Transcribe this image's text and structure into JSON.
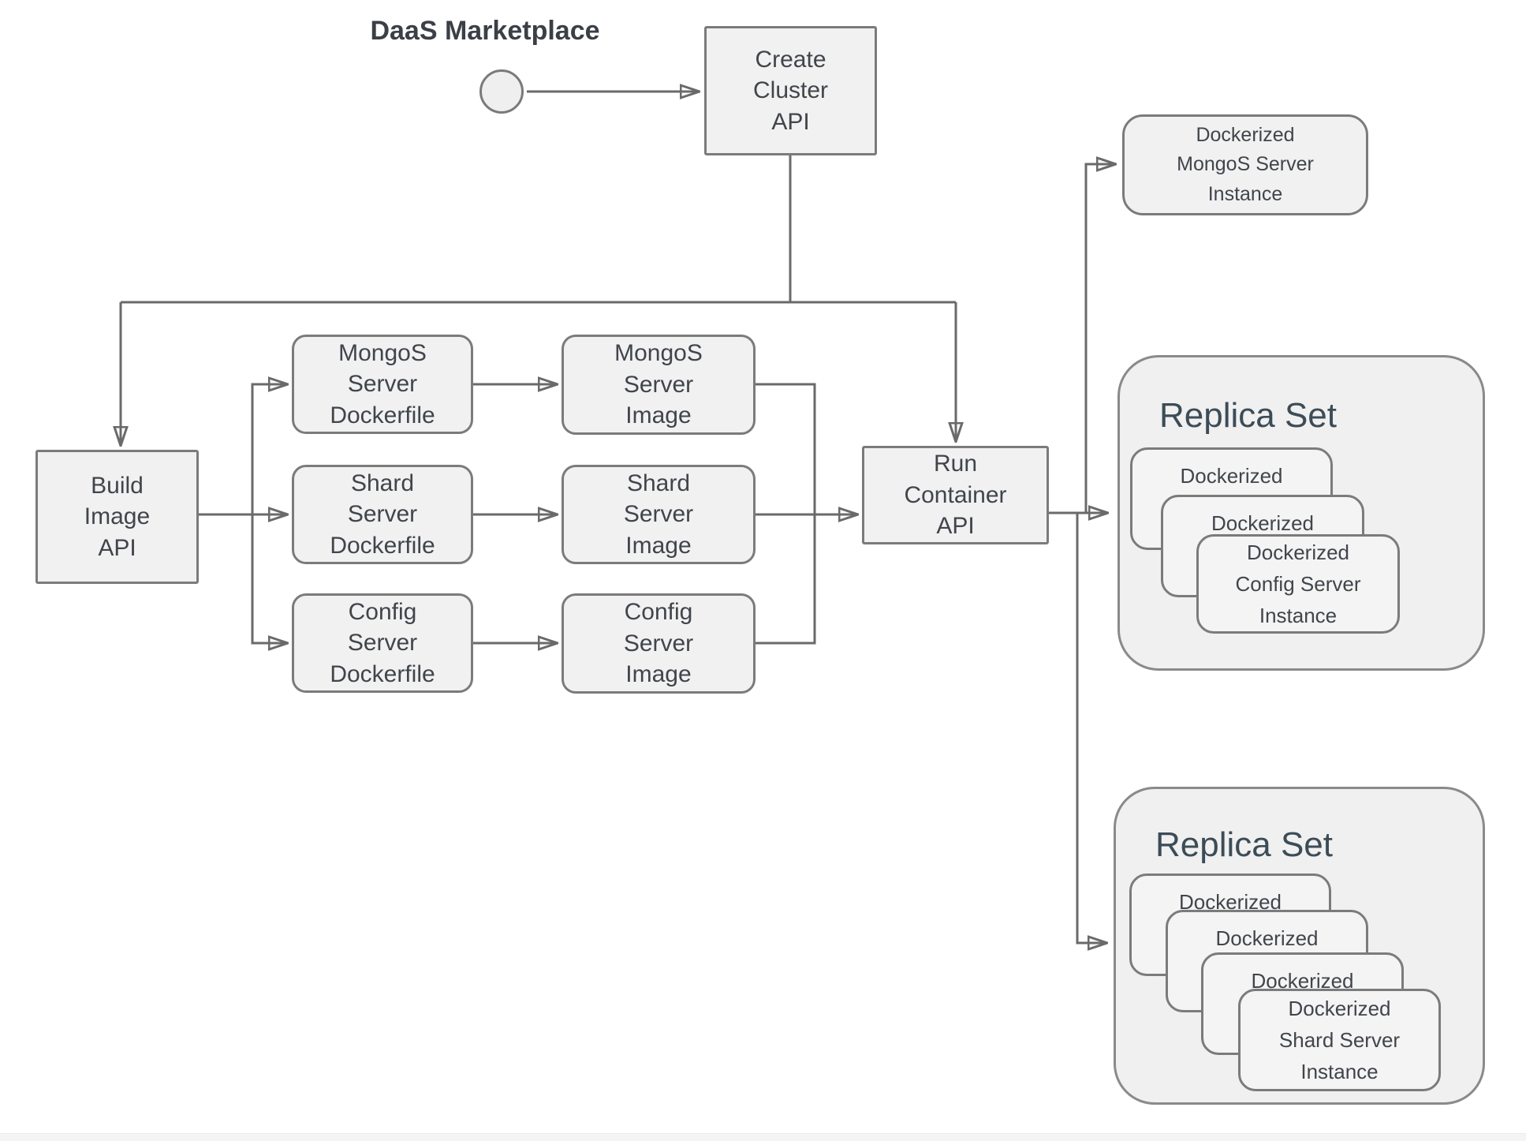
{
  "title": "DaaS Marketplace",
  "colors": {
    "background": "#ffffff",
    "box_fill": "#f1f1f1",
    "box_border": "#7b7b7b",
    "connector": "#6a6a6a",
    "text": "#41454b",
    "replica_title": "#3c4c57"
  },
  "nodes": {
    "create_cluster_api": {
      "label": "Create\nCluster\nAPI"
    },
    "build_image_api": {
      "label": "Build\nImage\nAPI"
    },
    "mongos_dockerfile": {
      "label": "MongoS\nServer\nDockerfile"
    },
    "shard_dockerfile": {
      "label": "Shard\nServer\nDockerfile"
    },
    "config_dockerfile": {
      "label": "Config\nServer\nDockerfile"
    },
    "mongos_image": {
      "label": "MongoS\nServer\nImage"
    },
    "shard_image": {
      "label": "Shard\nServer\nImage"
    },
    "config_image": {
      "label": "Config\nServer\nImage"
    },
    "run_container_api": {
      "label": "Run\nContainer\nAPI"
    },
    "dockerized_mongos_instance": {
      "label": "Dockerized\nMongoS Server\nInstance"
    }
  },
  "replica_set_config": {
    "title": "Replica Set",
    "cards": [
      "Dockerized",
      "Dockerized",
      "Dockerized\nConfig Server\nInstance"
    ]
  },
  "replica_set_shard": {
    "title": "Replica Set",
    "cards": [
      "Dockerized",
      "Dockerized",
      "Dockerized",
      "Dockerized\nShard Server\nInstance"
    ]
  },
  "edges": [
    {
      "from": "start",
      "to": "create-cluster-api"
    },
    {
      "from": "create-cluster-api",
      "to": "build-image-api"
    },
    {
      "from": "create-cluster-api",
      "to": "run-container-api"
    },
    {
      "from": "build-image-api",
      "to": "mongos-server-dockerfile"
    },
    {
      "from": "build-image-api",
      "to": "shard-server-dockerfile"
    },
    {
      "from": "build-image-api",
      "to": "config-server-dockerfile"
    },
    {
      "from": "mongos-server-dockerfile",
      "to": "mongos-server-image"
    },
    {
      "from": "shard-server-dockerfile",
      "to": "shard-server-image"
    },
    {
      "from": "config-server-dockerfile",
      "to": "config-server-image"
    },
    {
      "from": "mongos-server-image",
      "to": "run-container-api"
    },
    {
      "from": "shard-server-image",
      "to": "run-container-api"
    },
    {
      "from": "config-server-image",
      "to": "run-container-api"
    },
    {
      "from": "run-container-api",
      "to": "dockerized-mongos-server-instance"
    },
    {
      "from": "run-container-api",
      "to": "replica-set-config"
    },
    {
      "from": "run-container-api",
      "to": "replica-set-shard"
    }
  ]
}
